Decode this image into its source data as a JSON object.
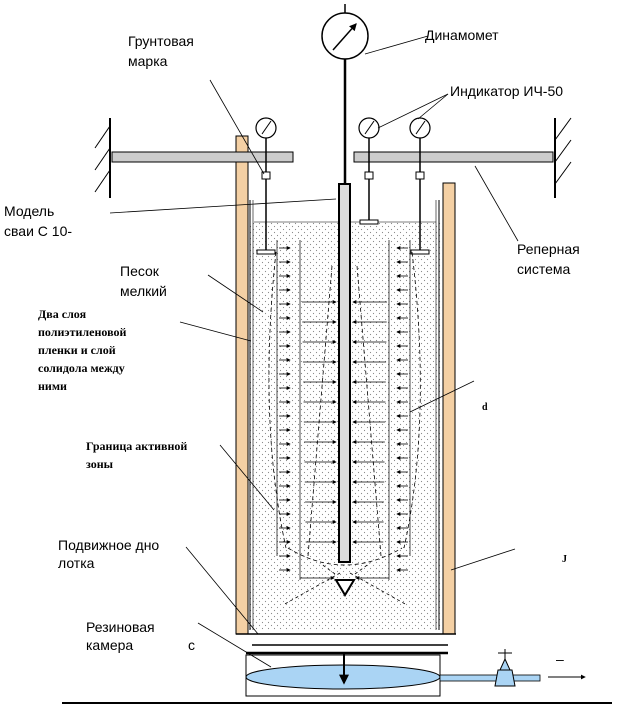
{
  "labels": {
    "dynamometer": "Динамомет",
    "ground_mark_line1": "Грунтовая",
    "ground_mark_line2": "марка",
    "indicator": "Индикатор ИЧ-50",
    "pile_model_line1": "Модель",
    "pile_model_line2": "сваи  С  10-",
    "reference_line1": "Реперная",
    "reference_line2": "система",
    "sand_line1": "Песок",
    "sand_line2": "мелкий",
    "film_line1": "Два слоя",
    "film_line2": "полиэтиленовой",
    "film_line3": "пленки и слой",
    "film_line4": "солидола между",
    "film_line5": "ними",
    "active_zone_line1": "Граница активной",
    "active_zone_line2": "зоны",
    "movable_bottom_line1": "Подвижное   дно",
    "movable_bottom_line2": "лотка",
    "rubber_line1": "Резиновая",
    "rubber_line2": "камера",
    "rubber_c": "с",
    "d_mark": "d",
    "j_mark": "J",
    "dash_mark": "–"
  },
  "icons": {
    "dynamometer": "dial-gauge-icon",
    "indicator": "dial-gauge-icon",
    "valve": "valve-icon",
    "tip": "triangle-down-icon"
  },
  "colors": {
    "wood": "#f4d0a4",
    "plate": "#cccccc",
    "chamber": "#aad4f4",
    "sand_dot": "#8a8a8a",
    "line": "#000000"
  }
}
